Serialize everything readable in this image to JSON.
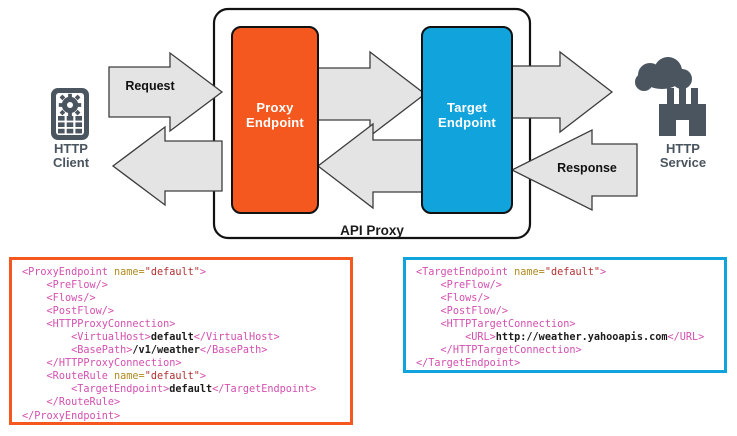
{
  "diagram": {
    "title": "API Proxy request/response flow",
    "container_label": "API Proxy",
    "nodes": {
      "http_client": {
        "label_line1": "HTTP",
        "label_line2": "Client",
        "icon": "mobile-phone-gear-icon",
        "color": "#4a5560"
      },
      "http_service": {
        "label_line1": "HTTP",
        "label_line2": "Service",
        "icon": "cloud-factory-icon",
        "color": "#4a5560"
      },
      "proxy_endpoint": {
        "label_line1": "Proxy",
        "label_line2": "Endpoint",
        "color": "#f4581f"
      },
      "target_endpoint": {
        "label_line1": "Target",
        "label_line2": "Endpoint",
        "color": "#11a3dc"
      }
    },
    "arrows": {
      "request": "Request",
      "response": "Response"
    },
    "colors": {
      "proxy_orange": "#f4581f",
      "target_blue": "#11a3dc",
      "arrow_fill": "#e4e4e4",
      "arrow_stroke": "#4d4d4d",
      "icon_gray": "#4a5560"
    }
  },
  "code_panels": {
    "proxy": {
      "accent": "#f4581f",
      "lines": [
        [
          {
            "t": "tag",
            "s": "<ProxyEndpoint "
          },
          {
            "t": "attr",
            "s": "name="
          },
          {
            "t": "val",
            "s": "\"default\""
          },
          {
            "t": "tag",
            "s": ">"
          }
        ],
        [
          {
            "t": "sp",
            "s": "    "
          },
          {
            "t": "tag",
            "s": "<PreFlow/>"
          }
        ],
        [
          {
            "t": "sp",
            "s": "    "
          },
          {
            "t": "tag",
            "s": "<Flows/>"
          }
        ],
        [
          {
            "t": "sp",
            "s": "    "
          },
          {
            "t": "tag",
            "s": "<PostFlow/>"
          }
        ],
        [
          {
            "t": "sp",
            "s": "    "
          },
          {
            "t": "tag",
            "s": "<HTTPProxyConnection>"
          }
        ],
        [
          {
            "t": "sp",
            "s": "        "
          },
          {
            "t": "tag",
            "s": "<VirtualHost>"
          },
          {
            "t": "txt",
            "s": "default"
          },
          {
            "t": "tag",
            "s": "</VirtualHost>"
          }
        ],
        [
          {
            "t": "sp",
            "s": "        "
          },
          {
            "t": "tag",
            "s": "<BasePath>"
          },
          {
            "t": "txt",
            "s": "/v1/weather"
          },
          {
            "t": "tag",
            "s": "</BasePath>"
          }
        ],
        [
          {
            "t": "sp",
            "s": "    "
          },
          {
            "t": "tag",
            "s": "</HTTPProxyConnection>"
          }
        ],
        [
          {
            "t": "sp",
            "s": "    "
          },
          {
            "t": "tag",
            "s": "<RouteRule "
          },
          {
            "t": "attr",
            "s": "name="
          },
          {
            "t": "val",
            "s": "\"default\""
          },
          {
            "t": "tag",
            "s": ">"
          }
        ],
        [
          {
            "t": "sp",
            "s": "        "
          },
          {
            "t": "tag",
            "s": "<TargetEndpoint>"
          },
          {
            "t": "txt",
            "s": "default"
          },
          {
            "t": "tag",
            "s": "</TargetEndpoint>"
          }
        ],
        [
          {
            "t": "sp",
            "s": "    "
          },
          {
            "t": "tag",
            "s": "</RouteRule>"
          }
        ],
        [
          {
            "t": "tag",
            "s": "</ProxyEndpoint>"
          }
        ]
      ]
    },
    "target": {
      "accent": "#11a3dc",
      "lines": [
        [
          {
            "t": "tag",
            "s": "<TargetEndpoint "
          },
          {
            "t": "attr",
            "s": "name="
          },
          {
            "t": "val",
            "s": "\"default\""
          },
          {
            "t": "tag",
            "s": ">"
          }
        ],
        [
          {
            "t": "sp",
            "s": "    "
          },
          {
            "t": "tag",
            "s": "<PreFlow/>"
          }
        ],
        [
          {
            "t": "sp",
            "s": "    "
          },
          {
            "t": "tag",
            "s": "<Flows/>"
          }
        ],
        [
          {
            "t": "sp",
            "s": "    "
          },
          {
            "t": "tag",
            "s": "<PostFlow/>"
          }
        ],
        [
          {
            "t": "sp",
            "s": "    "
          },
          {
            "t": "tag",
            "s": "<HTTPTargetConnection>"
          }
        ],
        [
          {
            "t": "sp",
            "s": "        "
          },
          {
            "t": "tag",
            "s": "<URL>"
          },
          {
            "t": "txt",
            "s": "http://weather.yahooapis.com"
          },
          {
            "t": "tag",
            "s": "</URL>"
          }
        ],
        [
          {
            "t": "sp",
            "s": "    "
          },
          {
            "t": "tag",
            "s": "</HTTPTargetConnection>"
          }
        ],
        [
          {
            "t": "tag",
            "s": "</TargetEndpoint>"
          }
        ]
      ]
    }
  }
}
